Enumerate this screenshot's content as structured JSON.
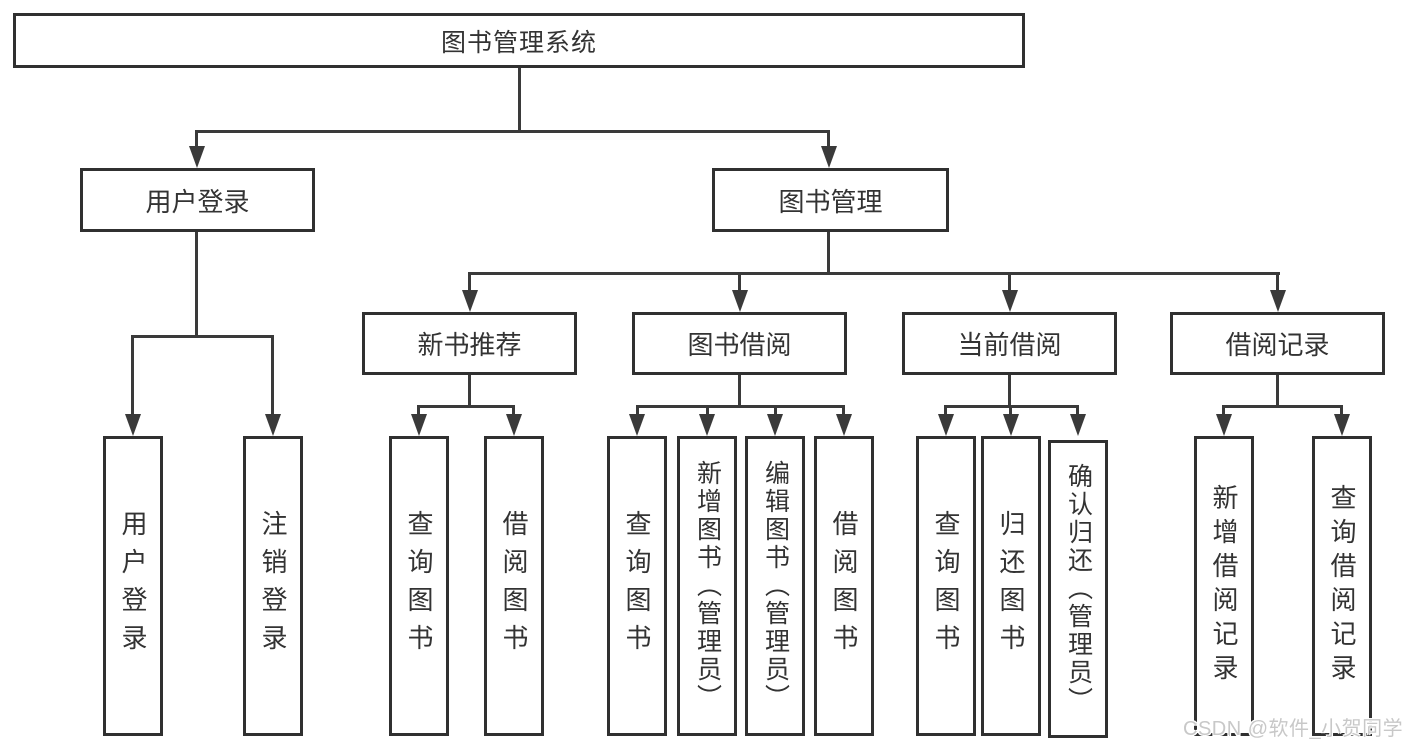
{
  "colors": {
    "line": "#3a3a3a",
    "box_border": "#303030",
    "text": "#333333",
    "watermark": "#c8c8c8",
    "background": "#ffffff"
  },
  "nodes": {
    "root": {
      "label": "图书管理系统"
    },
    "login": {
      "label": "用户登录"
    },
    "mgmt": {
      "label": "图书管理"
    },
    "login_user": {
      "label": "用户登录"
    },
    "login_logout": {
      "label": "注销登录"
    },
    "rec": {
      "label": "新书推荐"
    },
    "borrow": {
      "label": "图书借阅"
    },
    "current": {
      "label": "当前借阅"
    },
    "records": {
      "label": "借阅记录"
    },
    "rec_query": {
      "label": "查询图书"
    },
    "rec_borrow": {
      "label": "借阅图书"
    },
    "borrow_query": {
      "label": "查询图书"
    },
    "borrow_add": {
      "label": "新增图书（管理员）"
    },
    "borrow_edit": {
      "label": "编辑图书（管理员）"
    },
    "borrow_lend": {
      "label": "借阅图书"
    },
    "current_query": {
      "label": "查询图书"
    },
    "current_return": {
      "label": "归还图书"
    },
    "current_confirm": {
      "label": "确认归还（管理员）"
    },
    "records_add": {
      "label": "新增借阅记录"
    },
    "records_query": {
      "label": "查询借阅记录"
    }
  },
  "watermark": "CSDN @软件_小贺同学"
}
